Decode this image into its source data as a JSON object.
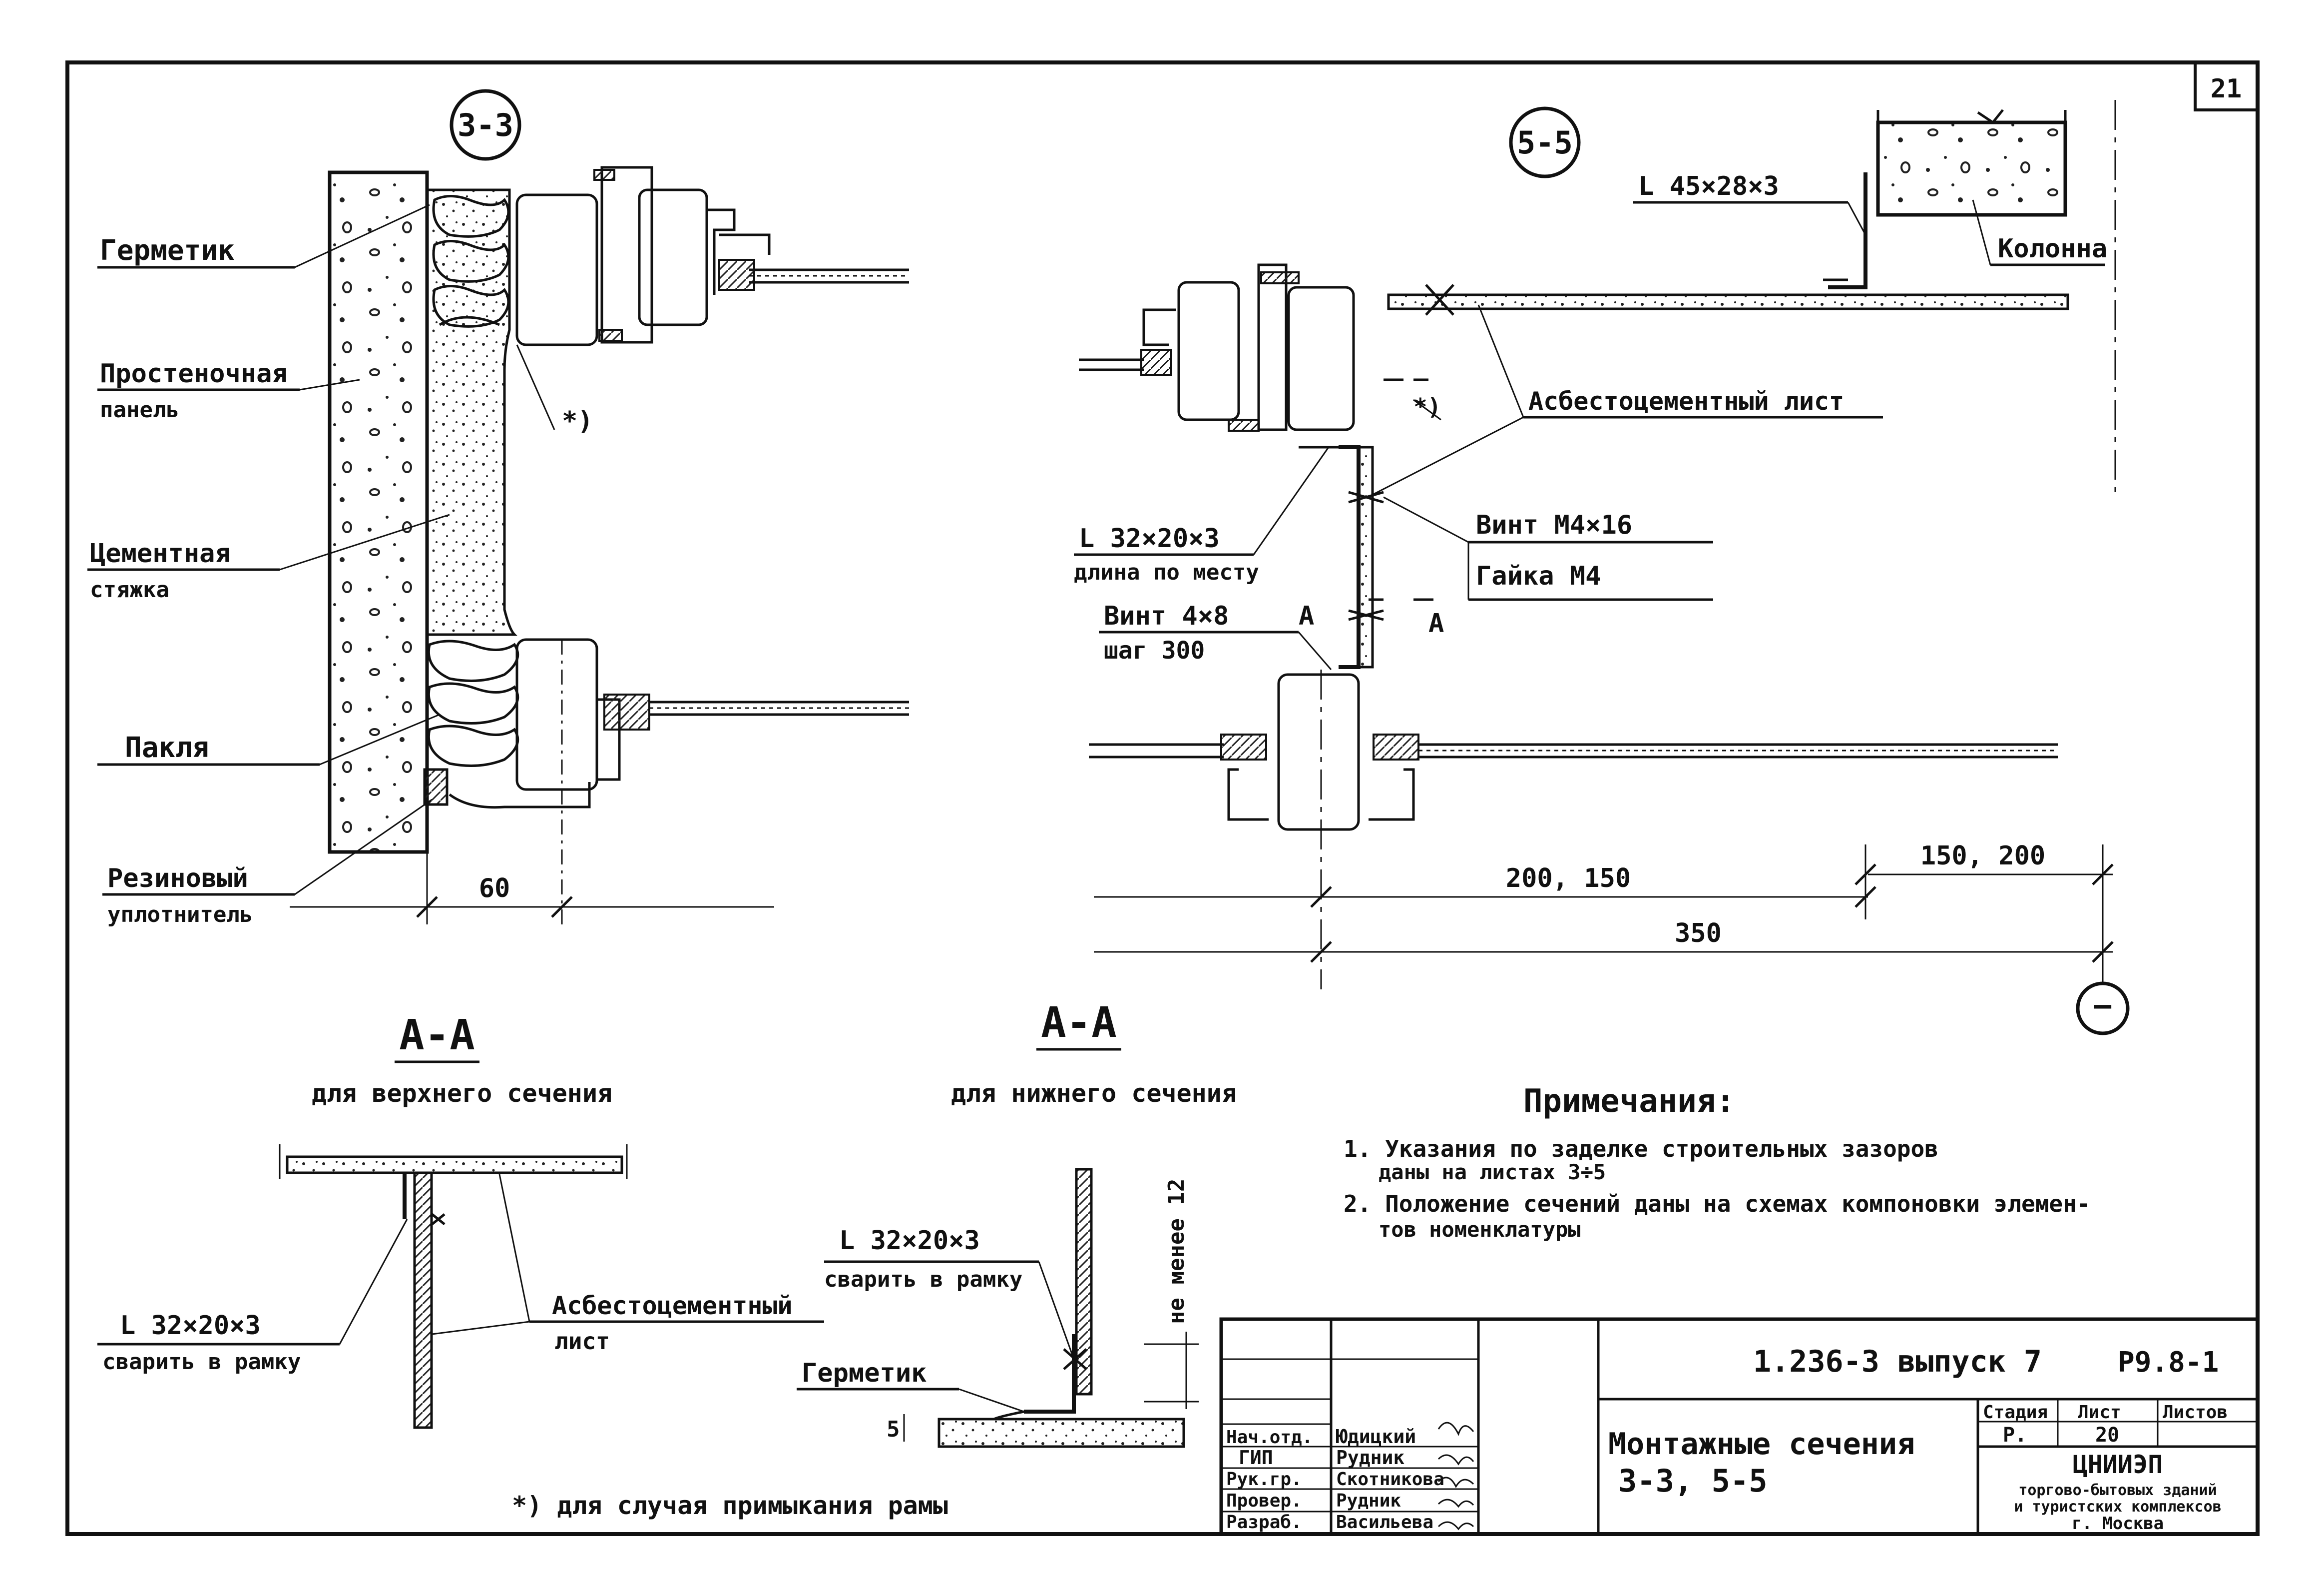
{
  "sheet_number": "21",
  "section_3_3": {
    "tag": "3-3",
    "labels": {
      "sealant": "Герметик",
      "wall_panel_1": "Простеночная",
      "wall_panel_2": "панель",
      "cement_1": "Цементная",
      "cement_2": "стяжка",
      "tow": "Пакля",
      "rubber_1": "Резиновый",
      "rubber_2": "уплотнитель",
      "note_mark": "*)",
      "dim_60": "60"
    }
  },
  "section_5_5": {
    "tag": "5-5",
    "labels": {
      "angle_top": "L 45×28×3",
      "column": "Колонна",
      "asbestos_sheet": "Асбестоцементный лист",
      "note_mark": "*)",
      "angle_1": "L 32×20×3",
      "angle_1_len": "длина по месту",
      "screw_1": "Винт М4×16",
      "nut": "Гайка М4",
      "screw_2": "Винт 4×8",
      "screw_2_step": "шаг 300",
      "cut_a_left": "А",
      "cut_a_right": "А",
      "dim_200_150": "200, 150",
      "dim_150_200": "150, 200",
      "dim_350": "350",
      "axis_mark": "−"
    }
  },
  "section_aa_upper": {
    "title": "А-А",
    "subtitle": "для верхнего сечения",
    "angle": "L 32×20×3",
    "angle_weld": "сварить в рамку",
    "sheet_1": "Асбестоцементный",
    "sheet_2": "лист"
  },
  "section_aa_lower": {
    "title": "А-А",
    "subtitle": "для нижнего сечения",
    "angle": "L 32×20×3",
    "angle_weld": "сварить в рамку",
    "min_dim": "не менее 12",
    "sealant": "Герметик",
    "dim_5": "5"
  },
  "footnote": "*) для случая примыкания рамы",
  "notes": {
    "heading": "Примечания:",
    "items": [
      "1. Указания по заделке строительных зазоров",
      "даны на листах 3÷5",
      "2. Положение сечений даны на схемах компоновки элемен-",
      "тов номенклатуры"
    ]
  },
  "title_block": {
    "code": "1.236-3 выпуск 7",
    "format": "Р9.8-1",
    "title_1": "Монтажные сечения",
    "title_2": "3-3, 5-5",
    "roles": [
      {
        "role": "Нач.отд.",
        "name": "Юдицкий"
      },
      {
        "role": "ГИП",
        "name": "Рудник"
      },
      {
        "role": "Рук.гр.",
        "name": "Скотникова"
      },
      {
        "role": "Провер.",
        "name": "Рудник"
      },
      {
        "role": "Разраб.",
        "name": "Васильева"
      }
    ],
    "stage_head": "Стадия",
    "sheet_head": "Лист",
    "sheets_head": "Листов",
    "stage": "Р.",
    "sheet": "20",
    "org_1": "ЦНИИЭП",
    "org_2": "торгово-бытовых зданий",
    "org_3": "и туристских комплексов",
    "org_4": "г. Москва"
  }
}
